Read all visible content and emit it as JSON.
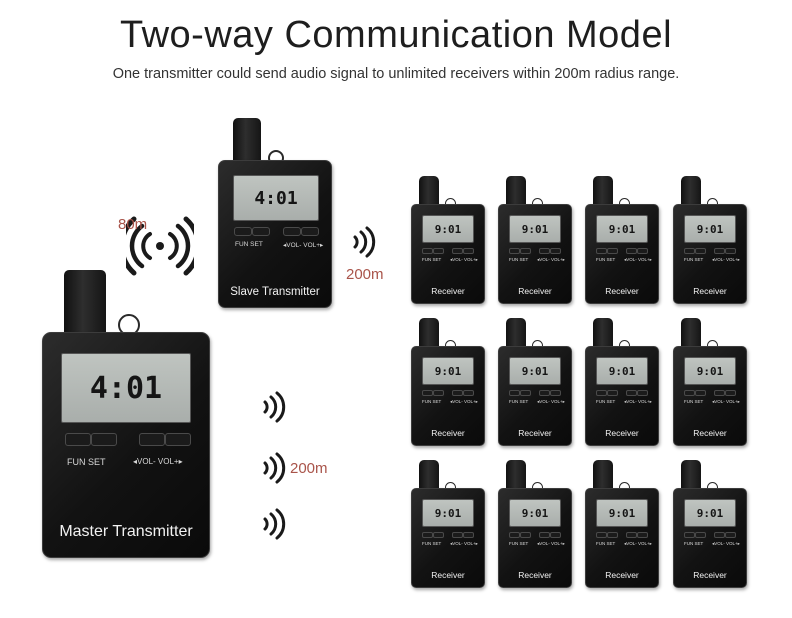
{
  "header": {
    "title": "Two-way Communication Model",
    "subtitle": "One transmitter could send audio signal to unlimited receivers within 200m radius range."
  },
  "master": {
    "name": "Master Transmitter",
    "screen": "4:01",
    "fun_set": "FUN  SET",
    "vol": "◂VOL-    VOL+▸"
  },
  "slave": {
    "name": "Slave Transmitter",
    "screen": "4:01",
    "fun_set": "FUN  SET",
    "vol": "◂VOL-  VOL+▸"
  },
  "receiver": {
    "name": "Receiver",
    "screen": "9:01",
    "fun_set": "FUN  SET",
    "vol": "◂VOL-  VOL+▸"
  },
  "ranges": {
    "slave_to_master": "80m",
    "slave_to_receivers": "200m",
    "master_to_receivers": "200m"
  },
  "colors": {
    "range_label": "#a9544a",
    "device_body": "#141414",
    "lcd": "#b5bab7"
  },
  "icons": [
    "signal-waves-icon"
  ]
}
